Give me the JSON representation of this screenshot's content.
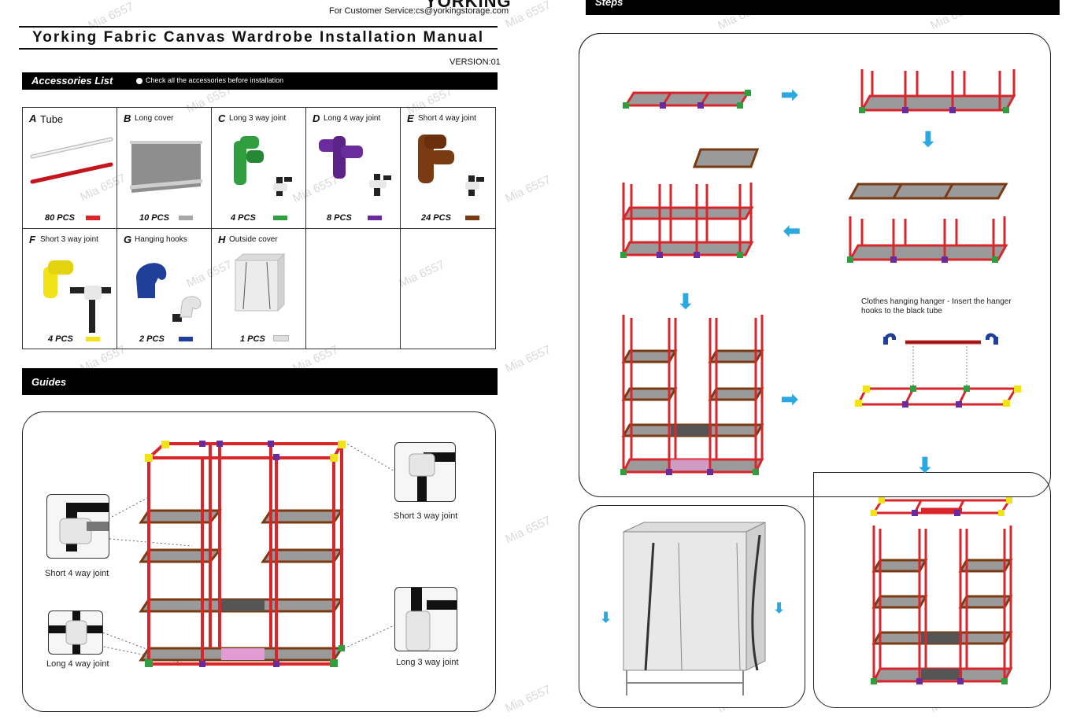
{
  "header": {
    "brand": "YORKING",
    "service": "For Customer Service:cs@yorkingstorage.com",
    "title": "Yorking Fabric Canvas Wardrobe Installation Manual",
    "version": "VERSION:01"
  },
  "accessories": {
    "heading": "Accessories List",
    "note": "Check all the accessories before installation",
    "items": [
      {
        "letter": "A",
        "name": "Tube",
        "pcs": "80 PCS",
        "color": "#d8262b"
      },
      {
        "letter": "B",
        "name": "Long cover",
        "pcs": "10 PCS",
        "color": "#a8a8a8"
      },
      {
        "letter": "C",
        "name": "Long 3 way joint",
        "pcs": "4 PCS",
        "color": "#2e9e3e"
      },
      {
        "letter": "D",
        "name": "Long 4 way joint",
        "pcs": "8 PCS",
        "color": "#6a2c9c"
      },
      {
        "letter": "E",
        "name": "Short 4 way joint",
        "pcs": "24 PCS",
        "color": "#7a3a12"
      },
      {
        "letter": "F",
        "name": "Short 3 way joint",
        "pcs": "4 PCS",
        "color": "#f2e21a"
      },
      {
        "letter": "G",
        "name": "Hanging hooks",
        "pcs": "2 PCS",
        "color": "#1f3f9a"
      },
      {
        "letter": "H",
        "name": "Outside cover",
        "pcs": "1 PCS",
        "color": "#dedede"
      }
    ]
  },
  "guides": {
    "heading": "Guides",
    "labels": {
      "short4": "Short 4 way joint",
      "long4": "Long 4 way joint",
      "short3": "Short 3 way joint",
      "long3": "Long 3 way joint"
    }
  },
  "steps": {
    "heading": "Steps",
    "hanger_note_1": "Clothes hanging hanger - Insert the hanger",
    "hanger_note_2": "hooks to the black tube"
  },
  "watermark": "Mia 6557",
  "colors": {
    "tube": "#d8262b",
    "short4": "#7a3a12",
    "long4": "#6a2c9c",
    "long3": "#2e9e3e",
    "short3": "#f2e21a",
    "shelf": "#9a9a9a",
    "arrow": "#2aa8e0"
  }
}
